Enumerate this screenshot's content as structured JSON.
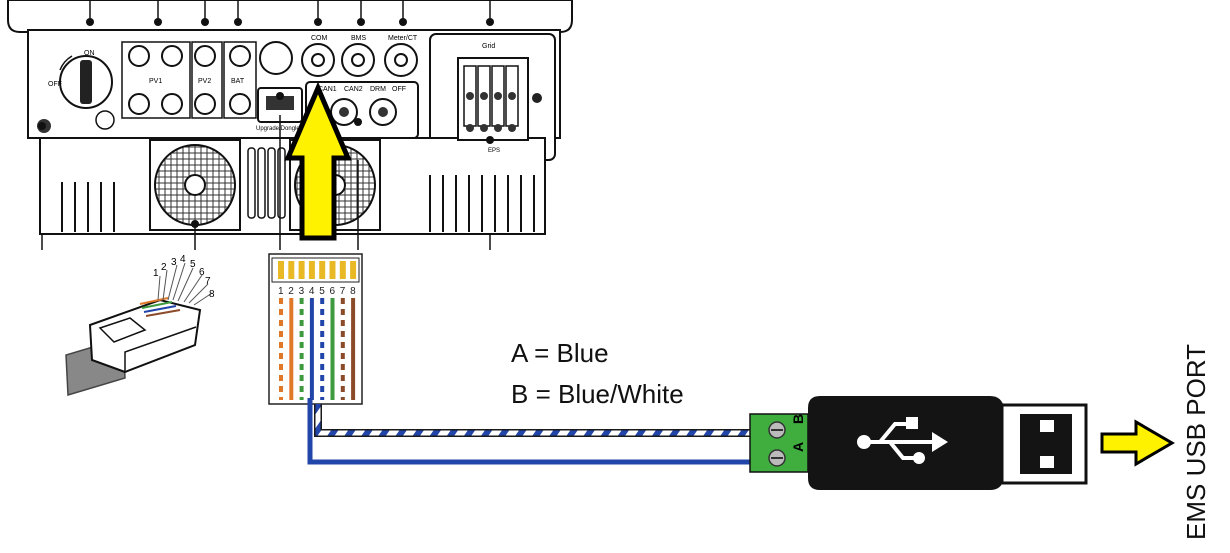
{
  "inverter": {
    "switch_on": "ON",
    "switch_off": "OFF",
    "port_labels": {
      "com": "COM",
      "bms": "BMS",
      "meter_ct": "Meter/CT",
      "grid": "Grid",
      "can1": "CAN1",
      "can2": "CAN2",
      "drm": "DRM",
      "off": "OFF",
      "pv1": "PV1",
      "pv2": "PV2",
      "bat": "BAT",
      "upgrade": "Upgrade/Dongle",
      "eps": "EPS"
    }
  },
  "rj45_plug": {
    "pins": [
      "1",
      "2",
      "3",
      "4",
      "5",
      "6",
      "7",
      "8"
    ]
  },
  "pinout": {
    "pins": [
      "1",
      "2",
      "3",
      "4",
      "5",
      "6",
      "7",
      "8"
    ],
    "wire_colors": {
      "orange": "#E0782A",
      "green": "#3E9A3E",
      "blue": "#2145A8",
      "brown": "#8B4A28",
      "pin_gold": "#E8B825"
    }
  },
  "legend": {
    "line_a": "A = Blue",
    "line_b": "B = Blue/White"
  },
  "adapter": {
    "terminal_b": "B",
    "terminal_a": "A",
    "usb_icon": "usb-icon"
  },
  "target_label": "EMS USB PORT",
  "colors": {
    "arrow_fill": "#FFF200",
    "outline": "#000000",
    "terminal_green": "#3FAE3F",
    "dongle_body": "#141414"
  }
}
